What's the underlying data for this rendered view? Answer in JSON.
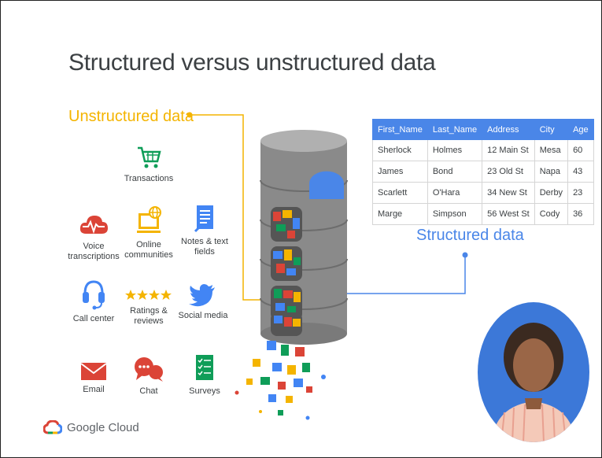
{
  "slide": {
    "title": "Structured versus unstructured data",
    "unstructured_label": "Unstructured data",
    "structured_label": "Structured data"
  },
  "sources": [
    {
      "label": "Transactions",
      "icon": "shopping-cart-icon",
      "color": "#0f9d58"
    },
    {
      "label": "Voice transcriptions",
      "icon": "cloud-waveform-icon",
      "color": "#db4437"
    },
    {
      "label": "Online communities",
      "icon": "computer-globe-icon",
      "color": "#f4b400"
    },
    {
      "label": "Notes & text fields",
      "icon": "notes-icon",
      "color": "#4285f4"
    },
    {
      "label": "Call center",
      "icon": "headset-icon",
      "color": "#4285f4"
    },
    {
      "label": "Ratings & reviews",
      "icon": "stars-icon",
      "color": "#f4b400"
    },
    {
      "label": "Social media",
      "icon": "bird-icon",
      "color": "#4285f4"
    },
    {
      "label": "Email",
      "icon": "envelope-icon",
      "color": "#db4437"
    },
    {
      "label": "Chat",
      "icon": "chat-bubbles-icon",
      "color": "#db4437"
    },
    {
      "label": "Surveys",
      "icon": "survey-icon",
      "color": "#0f9d58"
    }
  ],
  "table": {
    "headers": [
      "First_Name",
      "Last_Name",
      "Address",
      "City",
      "Age"
    ],
    "rows": [
      [
        "Sherlock",
        "Holmes",
        "12 Main St",
        "Mesa",
        "60"
      ],
      [
        "James",
        "Bond",
        "23 Old St",
        "Napa",
        "43"
      ],
      [
        "Scarlett",
        "O'Hara",
        "34 New St",
        "Derby",
        "23"
      ],
      [
        "Marge",
        "Simpson",
        "56 West St",
        "Cody",
        "36"
      ]
    ]
  },
  "logo": {
    "text": "Google Cloud"
  },
  "colors": {
    "blue": "#4285f4",
    "red": "#db4437",
    "yellow": "#f4b400",
    "green": "#0f9d58",
    "title": "#3c4043"
  }
}
